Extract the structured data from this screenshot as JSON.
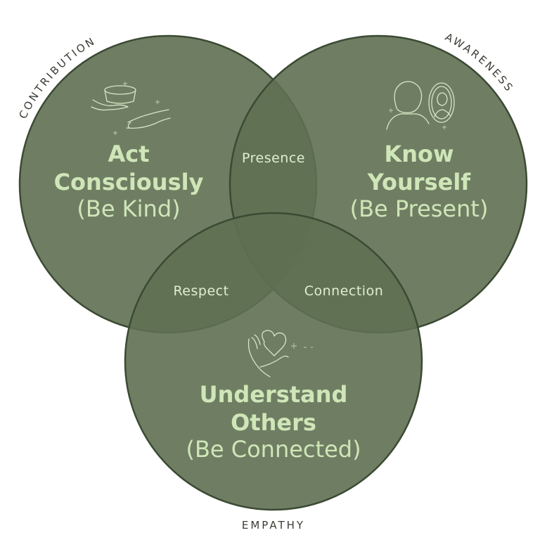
{
  "circles": {
    "left": {
      "name": "CONTRIBUTION",
      "title_line1": "Act",
      "title_line2": "Consciously",
      "subtitle": "(Be Kind)",
      "icon": "offering-hands-icon"
    },
    "right": {
      "name": "AWARENESS",
      "title_line1": "Know",
      "title_line2": "Yourself",
      "subtitle": "(Be Present)",
      "icon": "mirror-reflection-icon"
    },
    "bottom": {
      "name": "EMPATHY",
      "title_line1": "Understand",
      "title_line2": "Others",
      "subtitle": "(Be Connected)",
      "icon": "hand-holding-heart-icon"
    }
  },
  "overlaps": {
    "left_right": "Presence",
    "left_bottom": "Respect",
    "right_bottom": "Connection"
  },
  "colors": {
    "circle_fill": "#5f7052",
    "circle_stroke": "#3b4a33",
    "title_text": "#cfe6b8",
    "ring_label_text": "#3a3d34"
  }
}
